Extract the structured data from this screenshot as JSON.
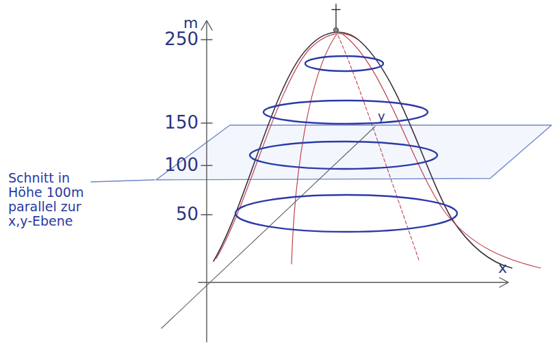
{
  "diagram": {
    "labels": [
      "m",
      "250",
      "150",
      "100",
      "50",
      "x",
      "y",
      "Schnitt in Höhe 100m parallel zur x,y-Ebene"
    ]
  }
}
